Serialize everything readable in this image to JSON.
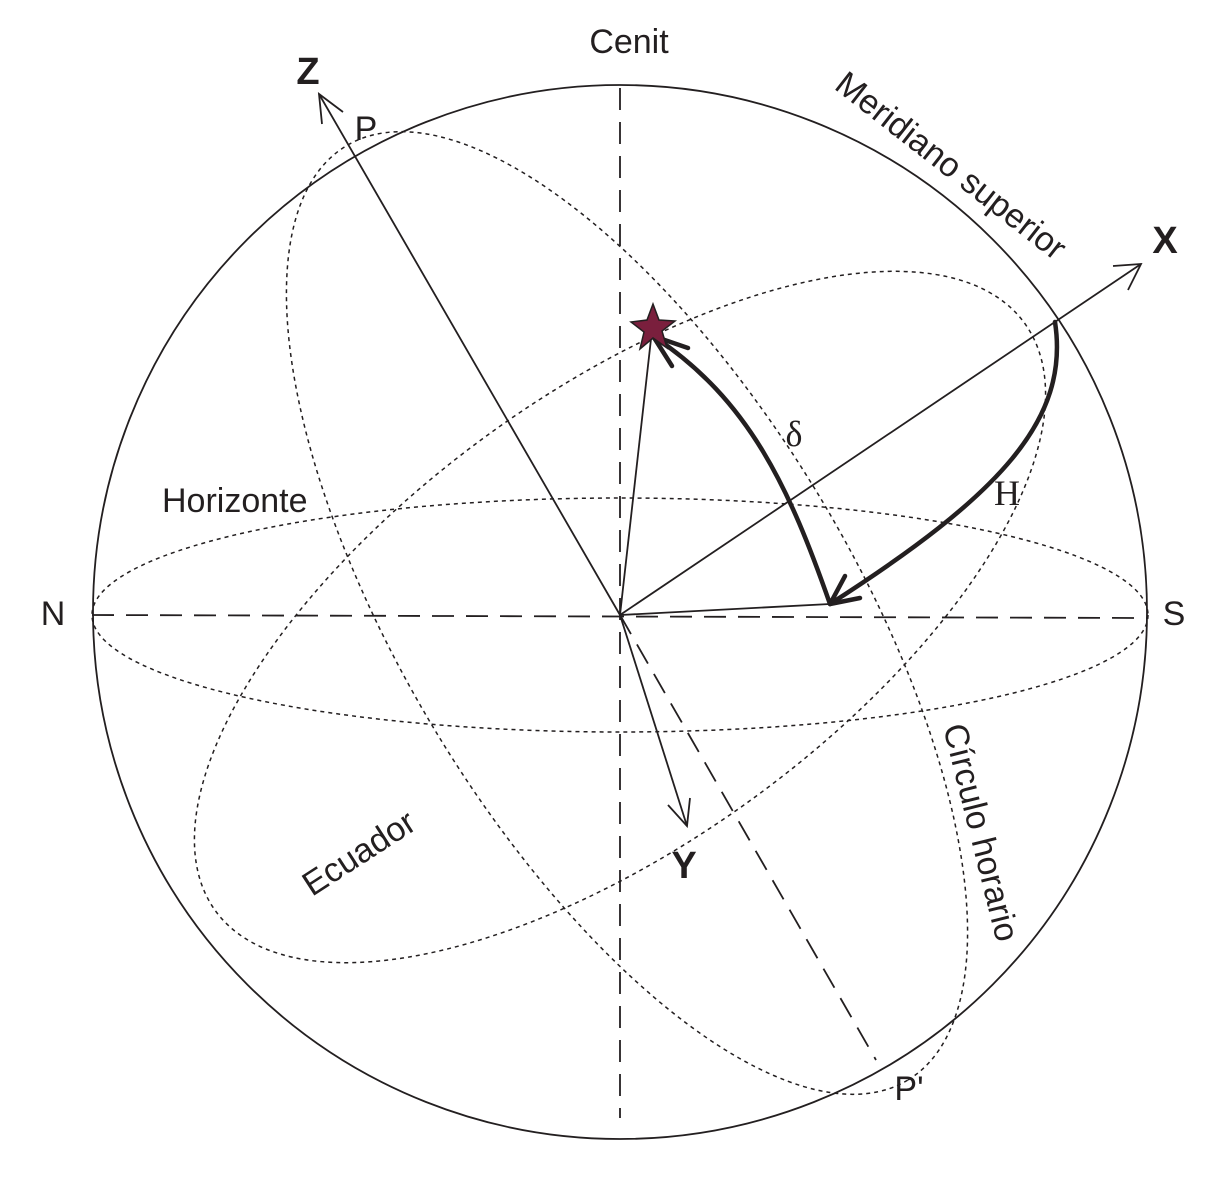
{
  "labels": {
    "cenit": "Cenit",
    "meridiano": "Meridiano superior",
    "z_axis": "Z",
    "x_axis": "X",
    "y_axis": "Y",
    "pole_north": "P",
    "pole_south": "P'",
    "north": "N",
    "south": "S",
    "horizonte": "Horizonte",
    "ecuador": "Ecuador",
    "circulo_horario": "Círculo horario",
    "delta": "δ",
    "hour_angle": "H"
  },
  "colors": {
    "line": "#231f20",
    "star": "#7a1f3d"
  },
  "icons": {
    "star": "star-icon"
  }
}
